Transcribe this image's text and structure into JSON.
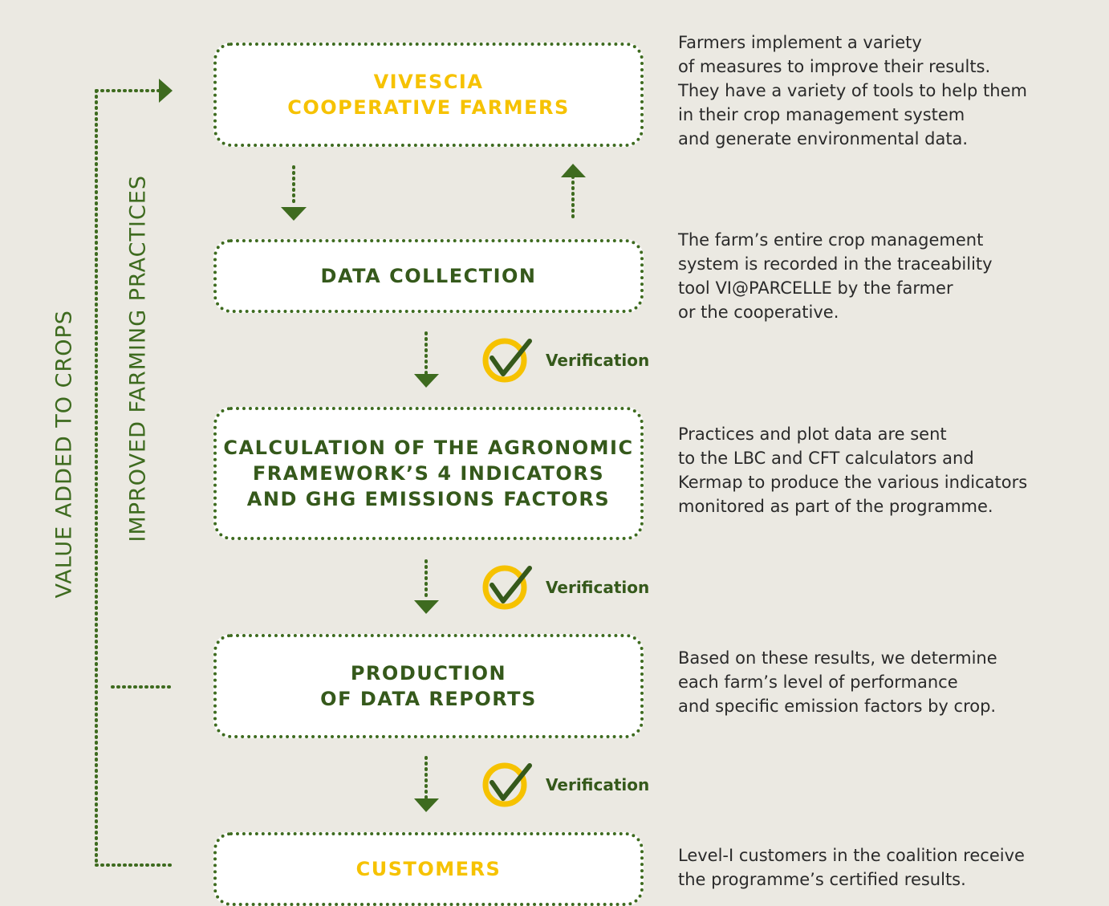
{
  "labels": {
    "value_added": "VALUE ADDED TO CROPS",
    "improved_practices": "IMPROVED FARMING PRACTICES"
  },
  "steps": [
    {
      "title": "VIVESCIA\nCOOPERATIVE FARMERS",
      "color": "#f6c200",
      "description": "Farmers implement a variety\nof measures to improve their results.\nThey have a variety of tools to help them\nin their crop management system\nand generate environmental data."
    },
    {
      "title": "DATA COLLECTION",
      "color": "#35591b",
      "description": "The farm’s entire crop management\nsystem is recorded in the traceability\ntool VI@PARCELLE by the farmer\nor the cooperative."
    },
    {
      "title": "CALCULATION OF THE AGRONOMIC\nFRAMEWORK’S 4 INDICATORS\nAND GHG EMISSIONS FACTORS",
      "color": "#35591b",
      "description": "Practices and plot data are sent\nto the LBC and CFT calculators and\nKermap to produce the various indicators\nmonitored as part of the programme."
    },
    {
      "title": "PRODUCTION\nOF DATA REPORTS",
      "color": "#35591b",
      "description": "Based on these results, we determine\neach farm’s level of performance\nand specific emission factors by crop."
    },
    {
      "title": "CUSTOMERS",
      "color": "#f6c200",
      "description": "Level-I customers in the coalition receive\nthe programme’s certified results."
    }
  ],
  "verifications": [
    {
      "label": "Verification"
    },
    {
      "label": "Verification"
    },
    {
      "label": "Verification"
    }
  ],
  "colors": {
    "accent_green": "#3e6b1f",
    "accent_yellow": "#f6c200",
    "background": "#ebe9e2"
  },
  "icons": [
    "check-circle-icon",
    "arrow-down-icon",
    "arrow-up-icon",
    "arrow-right-icon"
  ]
}
